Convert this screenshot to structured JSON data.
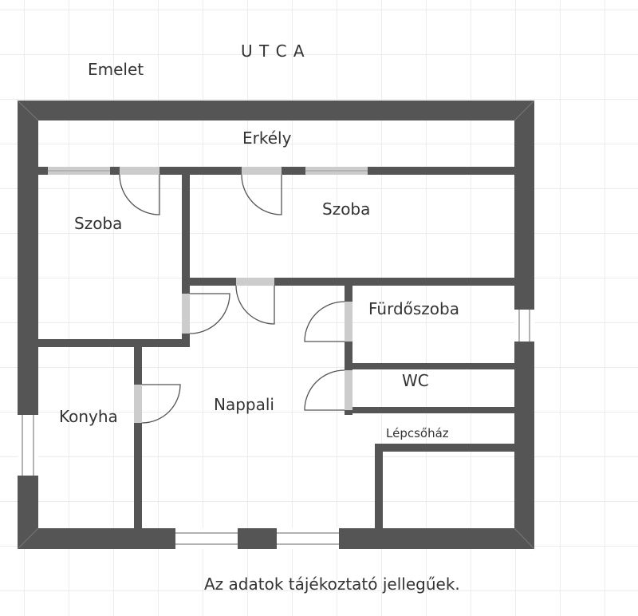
{
  "header": {
    "street": "U T C A",
    "floor": "Emelet"
  },
  "rooms": {
    "balcony": "Erkély",
    "room_left": "Szoba",
    "room_right": "Szoba",
    "bathroom": "Fürdőszoba",
    "wc": "WC",
    "living": "Nappali",
    "kitchen": "Konyha",
    "stairwell": "Lépcsőház"
  },
  "footer": {
    "disclaimer": "Az adatok tájékoztató jellegűek."
  },
  "colors": {
    "wall": "#555555",
    "wall_dark": "#444444",
    "opening": "#cccccc",
    "window_line": "#9a9a9a",
    "door_line": "#555555",
    "text": "#333333",
    "grid": "#ececec"
  }
}
